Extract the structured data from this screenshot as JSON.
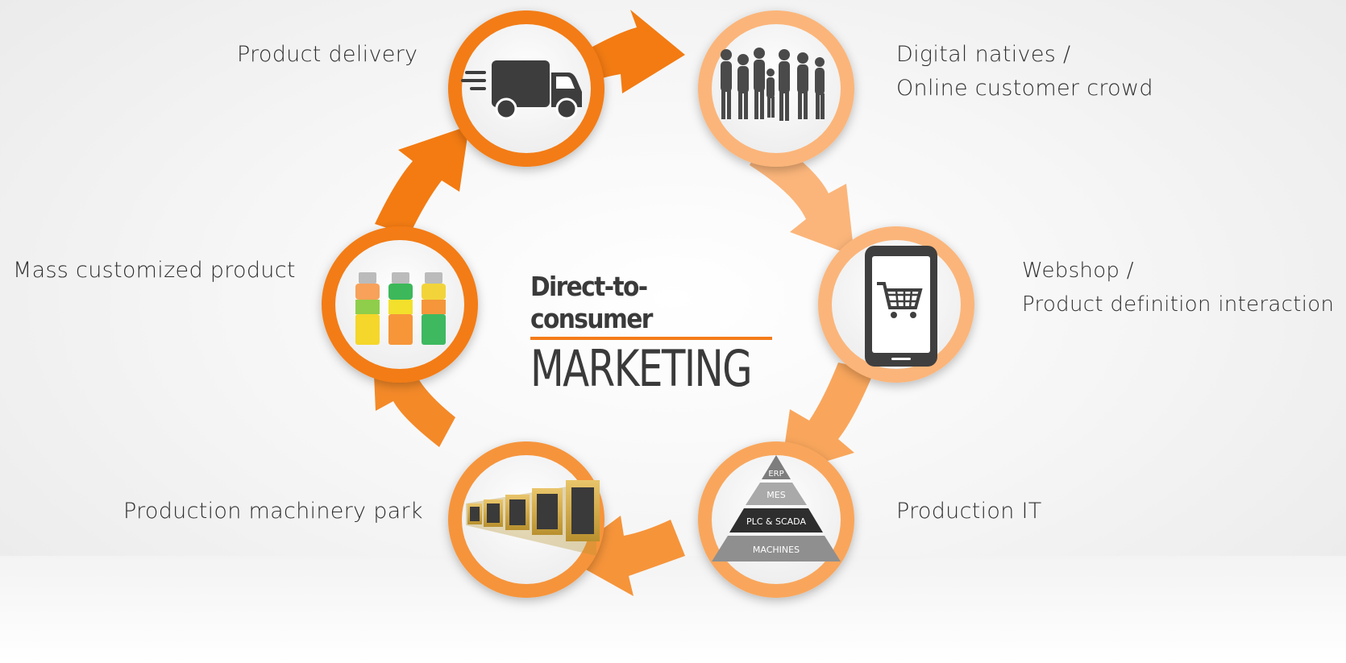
{
  "center": {
    "top": "Direct-to-consumer",
    "bottom": "MARKETING"
  },
  "nodes": [
    {
      "id": "delivery",
      "icon": "truck-icon",
      "label": [
        "Product delivery"
      ]
    },
    {
      "id": "digital",
      "icon": "people-with-phones-icon",
      "label": [
        "Digital natives /",
        "Online customer crowd"
      ]
    },
    {
      "id": "webshop",
      "icon": "shopping-cart-phone-icon",
      "label": [
        "Webshop /",
        "Product definition interaction"
      ]
    },
    {
      "id": "production-it",
      "icon": "automation-pyramid-icon",
      "label": [
        "Production IT"
      ],
      "pyramid": [
        "ERP",
        "MES",
        "PLC & SCADA",
        "MACHINES"
      ]
    },
    {
      "id": "machinery",
      "icon": "machinery-line-icon",
      "label": [
        "Production machinery park"
      ]
    },
    {
      "id": "mass-product",
      "icon": "bottles-icon",
      "label": [
        "Mass customized product"
      ]
    }
  ],
  "colors": {
    "dark_orange": "#f37b12",
    "light_orange": "#fbb57a",
    "text": "#2f2f2f"
  }
}
